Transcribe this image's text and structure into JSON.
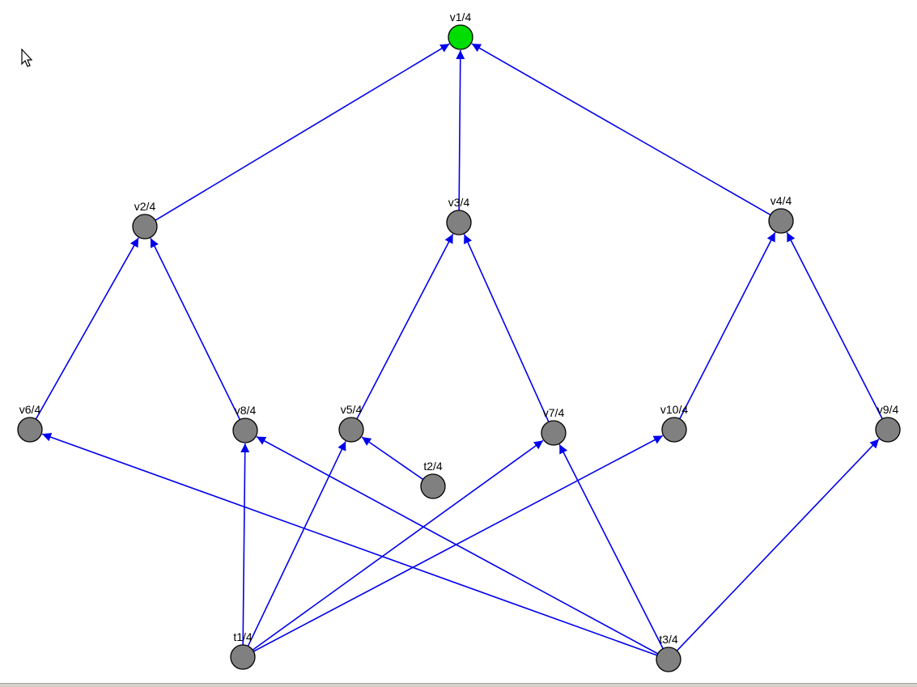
{
  "colors": {
    "edge": "#0000ee",
    "node_default": "#808080",
    "node_highlight": "#00dd00",
    "node_stroke": "#000000"
  },
  "nodes": [
    {
      "id": "v1",
      "label": "v1/4",
      "highlight": true
    },
    {
      "id": "v2",
      "label": "v2/4"
    },
    {
      "id": "v3",
      "label": "v3/4"
    },
    {
      "id": "v4",
      "label": "v4/4"
    },
    {
      "id": "v5",
      "label": "v5/4"
    },
    {
      "id": "v6",
      "label": "v6/4"
    },
    {
      "id": "v7",
      "label": "v7/4"
    },
    {
      "id": "v8",
      "label": "v8/4"
    },
    {
      "id": "v9",
      "label": "v9/4"
    },
    {
      "id": "v10",
      "label": "v10/4"
    },
    {
      "id": "t1",
      "label": "t1/4"
    },
    {
      "id": "t2",
      "label": "t2/4"
    },
    {
      "id": "t3",
      "label": "t3/4"
    }
  ],
  "edges": [
    {
      "from": "v2",
      "to": "v1"
    },
    {
      "from": "v3",
      "to": "v1"
    },
    {
      "from": "v4",
      "to": "v1"
    },
    {
      "from": "v6",
      "to": "v2"
    },
    {
      "from": "v8",
      "to": "v2"
    },
    {
      "from": "v5",
      "to": "v3"
    },
    {
      "from": "v7",
      "to": "v3"
    },
    {
      "from": "v10",
      "to": "v4"
    },
    {
      "from": "v9",
      "to": "v4"
    },
    {
      "from": "t2",
      "to": "v5"
    },
    {
      "from": "t1",
      "to": "v8"
    },
    {
      "from": "t1",
      "to": "v5"
    },
    {
      "from": "t1",
      "to": "v7"
    },
    {
      "from": "t1",
      "to": "v10"
    },
    {
      "from": "t3",
      "to": "v6"
    },
    {
      "from": "t3",
      "to": "v8"
    },
    {
      "from": "t3",
      "to": "v7"
    },
    {
      "from": "t3",
      "to": "v9"
    }
  ]
}
